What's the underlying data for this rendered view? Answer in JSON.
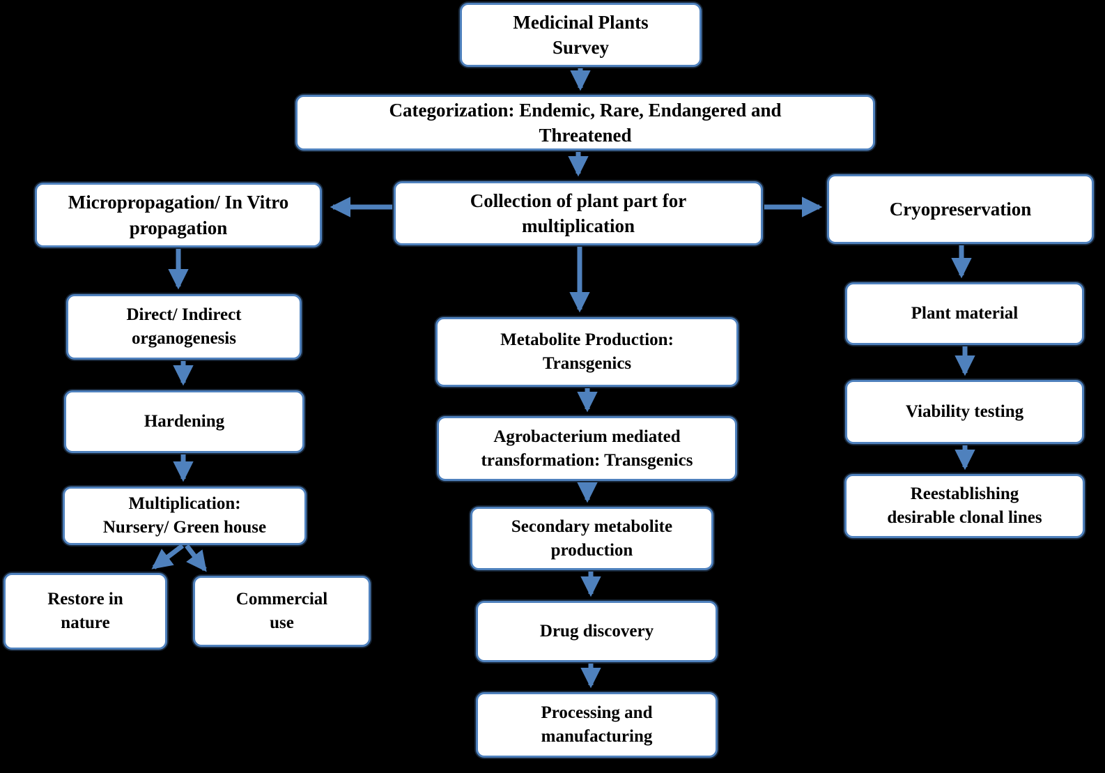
{
  "diagram": {
    "title": "Medicinal Plants Survey flowchart",
    "colors": {
      "background": "#000000",
      "box_fill": "#ffffff",
      "box_border": "#4f81bd",
      "arrow": "#4f81bd",
      "text": "#000000"
    },
    "nodes": {
      "survey": {
        "label": "Medicinal Plants\nSurvey"
      },
      "categorization": {
        "label": "Categorization: Endemic, Rare, Endangered and\nThreatened"
      },
      "collection": {
        "label": "Collection of plant part for\nmultiplication"
      },
      "micropropagation": {
        "label": "Micropropagation/ In Vitro\npropagation"
      },
      "cryopreservation": {
        "label": "Cryopreservation"
      },
      "organogenesis": {
        "label": "Direct/ Indirect\norganogenesis"
      },
      "hardening": {
        "label": "Hardening"
      },
      "multiplication": {
        "label": "Multiplication:\nNursery/ Green house"
      },
      "restore_in_nature": {
        "label": "Restore in\nnature"
      },
      "commercial_use": {
        "label": "Commercial\nuse"
      },
      "metabolite_production": {
        "label": "Metabolite Production:\nTransgenics"
      },
      "agrobacterium": {
        "label": "Agrobacterium mediated\ntransformation: Transgenics"
      },
      "secondary_metabolite": {
        "label": "Secondary metabolite\nproduction"
      },
      "drug_discovery": {
        "label": "Drug discovery"
      },
      "processing": {
        "label": "Processing and\nmanufacturing"
      },
      "plant_material": {
        "label": "Plant material"
      },
      "viability_testing": {
        "label": "Viability testing"
      },
      "reestablishing": {
        "label": "Reestablishing\ndesirable clonal lines"
      }
    },
    "edges": [
      {
        "from": "survey",
        "to": "categorization"
      },
      {
        "from": "categorization",
        "to": "collection"
      },
      {
        "from": "collection",
        "to": "micropropagation"
      },
      {
        "from": "collection",
        "to": "cryopreservation"
      },
      {
        "from": "collection",
        "to": "metabolite_production"
      },
      {
        "from": "micropropagation",
        "to": "organogenesis"
      },
      {
        "from": "organogenesis",
        "to": "hardening"
      },
      {
        "from": "hardening",
        "to": "multiplication"
      },
      {
        "from": "multiplication",
        "to": "restore_in_nature"
      },
      {
        "from": "multiplication",
        "to": "commercial_use"
      },
      {
        "from": "metabolite_production",
        "to": "agrobacterium"
      },
      {
        "from": "agrobacterium",
        "to": "secondary_metabolite"
      },
      {
        "from": "secondary_metabolite",
        "to": "drug_discovery"
      },
      {
        "from": "drug_discovery",
        "to": "processing"
      },
      {
        "from": "cryopreservation",
        "to": "plant_material"
      },
      {
        "from": "plant_material",
        "to": "viability_testing"
      },
      {
        "from": "viability_testing",
        "to": "reestablishing"
      }
    ]
  }
}
